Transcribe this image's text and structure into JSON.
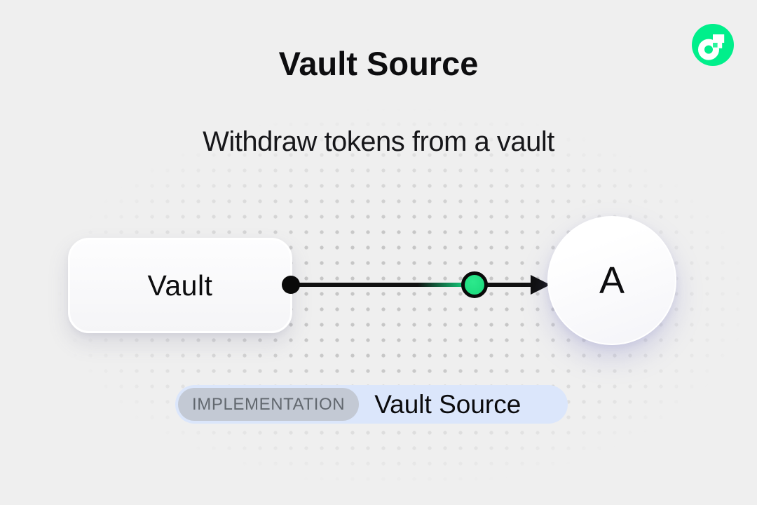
{
  "page": {
    "title": "Vault Source",
    "subtitle": "Withdraw tokens from a vault"
  },
  "header": {
    "logo": "flow-logo"
  },
  "diagram": {
    "vault_node": {
      "label": "Vault"
    },
    "account_node": {
      "label": "A"
    },
    "edge": {
      "from": "Vault",
      "to": "A",
      "direction": "right",
      "token_dot": "green"
    }
  },
  "badge": {
    "tag": "IMPLEMENTATION",
    "label": "Vault Source"
  },
  "colors": {
    "background": "#EFEFEF",
    "flow-green": "#00EF8B",
    "token-green": "#1FDD80",
    "badge-bg": "#DBE6FB",
    "tag-bg": "#C3C9D4",
    "tag-text": "#62686F",
    "ink": "#111111"
  }
}
